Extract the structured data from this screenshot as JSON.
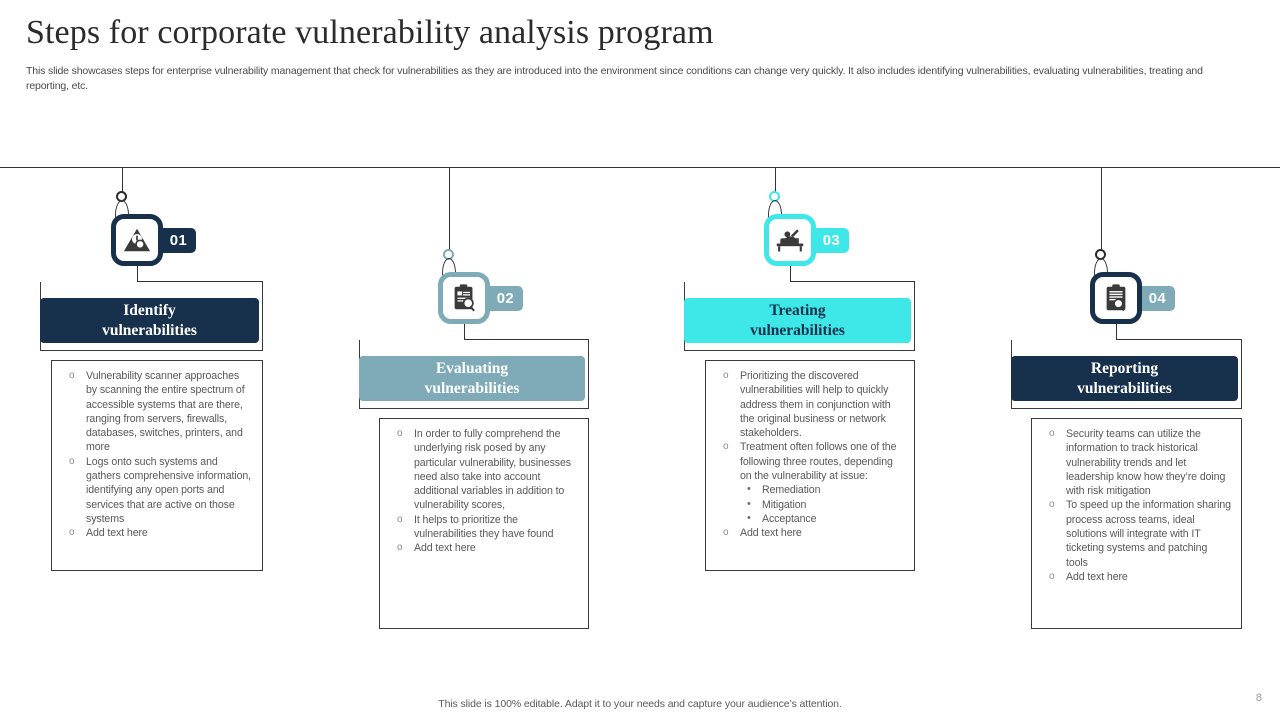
{
  "slide": {
    "title": "Steps for corporate vulnerability analysis program",
    "subtitle": "This slide showcases steps for enterprise vulnerability management that check for vulnerabilities as they are introduced into the environment since conditions can change very quickly. It also includes identifying vulnerabilities, evaluating vulnerabilities, treating and reporting, etc.",
    "footer_note": "This slide is 100% editable. Adapt it to your needs and capture your audience’s attention.",
    "page_number": "8"
  },
  "colors": {
    "navy": "#17314d",
    "slate": "#7faab8",
    "cyan": "#3ee8e8",
    "rail": "#333333",
    "body_text": "#595959"
  },
  "steps": [
    {
      "number": "01",
      "icon": "warning-triangle-magnifier-icon",
      "title": "Identify vulnerabilities",
      "title_line1": "Identify",
      "title_line2": "vulnerabilities",
      "accent": "#17314d",
      "header_bg": "#17314d",
      "header_text_color": "#ffffff",
      "pill_bg": "#17314d",
      "pill_text_color": "#ffffff",
      "ring_color": "#2b2b2b",
      "bullets": [
        {
          "text": "Vulnerability scanner approaches by scanning the entire spectrum of accessible systems that are there, ranging from servers, firewalls, databases, switches, printers, and more",
          "sub": []
        },
        {
          "text": "Logs onto such systems and gathers comprehensive information, identifying any open ports and services that are active on those systems",
          "sub": []
        },
        {
          "text": "Add text here",
          "sub": []
        }
      ]
    },
    {
      "number": "02",
      "icon": "clipboard-magnifier-icon",
      "title": "Evaluating vulnerabilities",
      "title_line1": "Evaluating",
      "title_line2": "vulnerabilities",
      "accent": "#7faab8",
      "header_bg": "#7faab8",
      "header_text_color": "#ffffff",
      "pill_bg": "#7faab8",
      "pill_text_color": "#ffffff",
      "ring_color": "#7faab8",
      "bullets": [
        {
          "text": "In order to fully comprehend the underlying risk posed by any particular vulnerability, businesses need also take into account additional variables in addition to vulnerability scores,",
          "sub": []
        },
        {
          "text": "It helps to prioritize the vulnerabilities they have found",
          "sub": []
        },
        {
          "text": "Add text here",
          "sub": []
        }
      ]
    },
    {
      "number": "03",
      "icon": "treatment-bed-icon",
      "title": "Treating vulnerabilities",
      "title_line1": "Treating",
      "title_line2": "vulnerabilities",
      "accent": "#3ee8e8",
      "header_bg": "#3ee8e8",
      "header_text_color": "#17314d",
      "pill_bg": "#3ee8e8",
      "pill_text_color": "#ffffff",
      "ring_color": "#3ee8e8",
      "bullets": [
        {
          "text": "Prioritizing the discovered vulnerabilities will help to quickly address them in conjunction with the original business or network stakeholders.",
          "sub": []
        },
        {
          "text": "Treatment often follows one of the following three routes, depending on the vulnerability at issue:",
          "sub": [
            "Remediation",
            "Mitigation",
            "Acceptance"
          ]
        },
        {
          "text": "Add text here",
          "sub": []
        }
      ]
    },
    {
      "number": "04",
      "icon": "clipboard-report-magnifier-icon",
      "title": "Reporting vulnerabilities",
      "title_line1": "Reporting",
      "title_line2": "vulnerabilities",
      "accent": "#17314d",
      "header_bg": "#17314d",
      "header_text_color": "#ffffff",
      "pill_bg": "#7faab8",
      "pill_text_color": "#ffffff",
      "ring_color": "#2b2b2b",
      "bullets": [
        {
          "text": "Security teams can utilize the information to track historical vulnerability trends and let leadership know how they’re doing with risk mitigation",
          "sub": []
        },
        {
          "text": "To speed up the information sharing process across teams, ideal solutions will integrate with IT ticketing systems and patching tools",
          "sub": []
        },
        {
          "text": "Add text here",
          "sub": []
        }
      ]
    }
  ]
}
